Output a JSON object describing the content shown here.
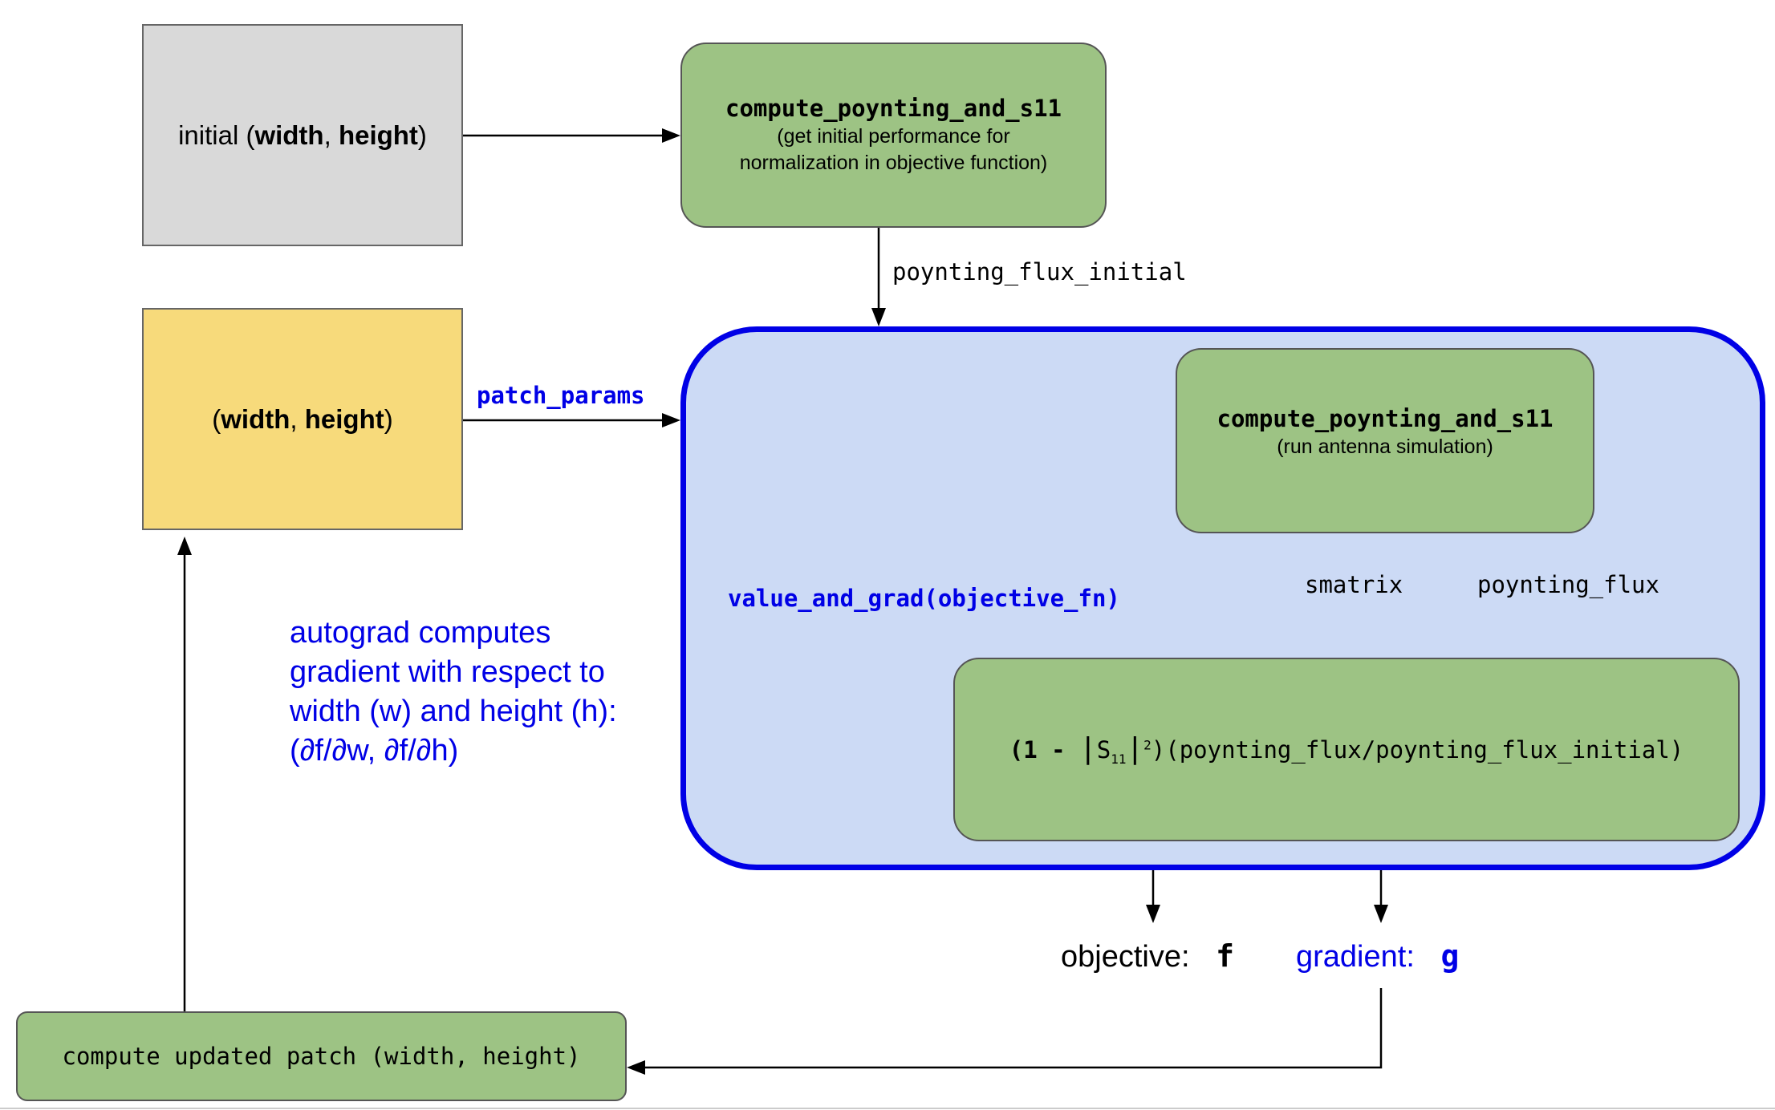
{
  "initial_box": {
    "prefix": "initial (",
    "width": "width",
    "sep": ", ",
    "height": "height",
    "suffix": ")"
  },
  "params_box": {
    "prefix": "(",
    "width": "width",
    "sep": ", ",
    "height": "height",
    "suffix": ")"
  },
  "init_compute": {
    "title": "compute_poynting_and_s11",
    "line1": "(get initial performance for",
    "line2": "normalization in objective function)"
  },
  "inner_compute": {
    "title": "compute_poynting_and_s11",
    "line1": "(run antenna simulation)"
  },
  "objective_box": {
    "open": "(1 - ",
    "bar": "|",
    "s": "S",
    "sub": "11",
    "close_bar": "|",
    "sup": "2",
    "rest": ")(poynting_flux/poynting_flux_initial)"
  },
  "region_label": "value_and_grad(objective_fn)",
  "edge_labels": {
    "poynting_flux_initial": "poynting_flux_initial",
    "patch_params": "patch_params",
    "smatrix": "smatrix",
    "poynting_flux": "poynting_flux"
  },
  "outputs": {
    "objective_label": "objective:",
    "objective_symbol": "f",
    "gradient_label": "gradient:",
    "gradient_symbol": "g"
  },
  "autograd_note": {
    "line1": "autograd computes",
    "line2": "gradient with respect to",
    "line3": "width (w) and height (h):",
    "line4": "(∂f/∂w, ∂f/∂h)"
  },
  "update_box": {
    "label": "compute updated patch (width, height)"
  },
  "colors": {
    "blue_accent": "#0000e6",
    "region_fill": "#ccdaf5",
    "green_fill": "#9dc384",
    "yellow_fill": "#f7da7b",
    "grey_fill": "#d9d9d9"
  }
}
